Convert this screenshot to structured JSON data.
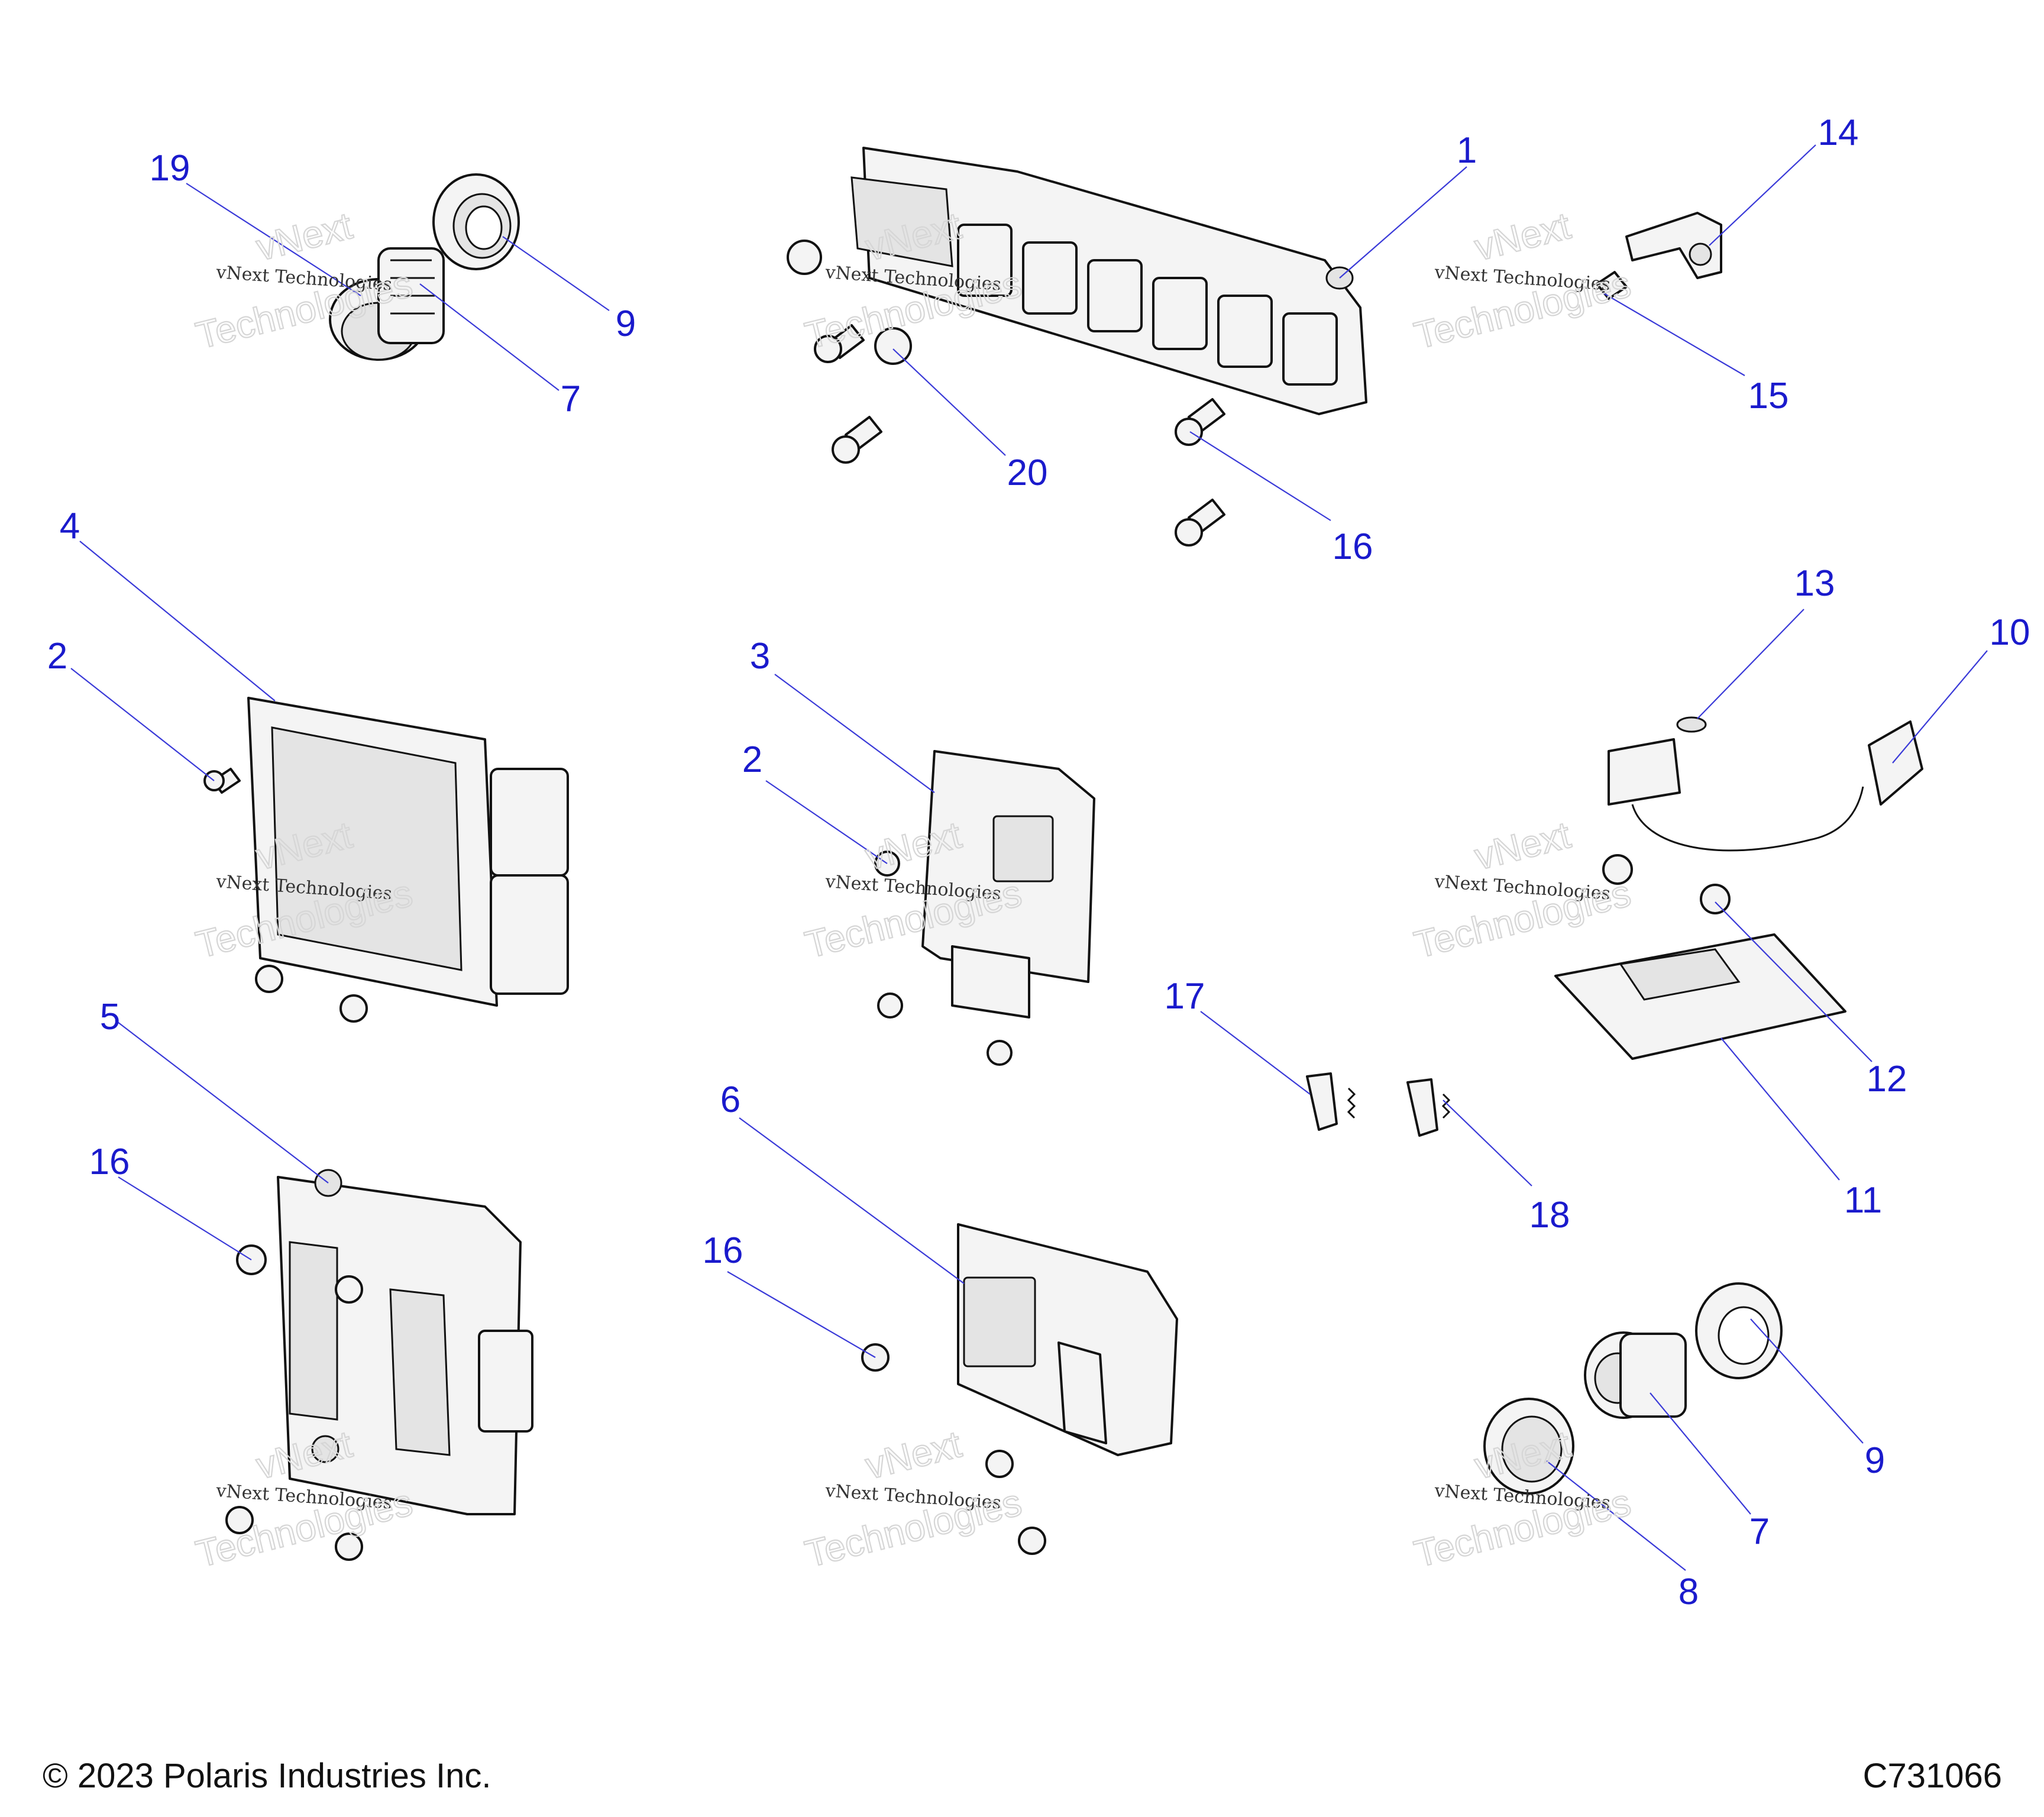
{
  "callouts": [
    "1",
    "2",
    "3",
    "4",
    "5",
    "6",
    "7",
    "8",
    "9",
    "10",
    "11",
    "12",
    "13",
    "14",
    "15",
    "16",
    "17",
    "18",
    "19",
    "20"
  ],
  "watermark": {
    "line1": "vNext Technologies",
    "line2": "vNext",
    "line3": "Technologies"
  },
  "footer": {
    "copyright": "© 2023 Polaris Industries Inc.",
    "diagram_code": "C731066"
  }
}
